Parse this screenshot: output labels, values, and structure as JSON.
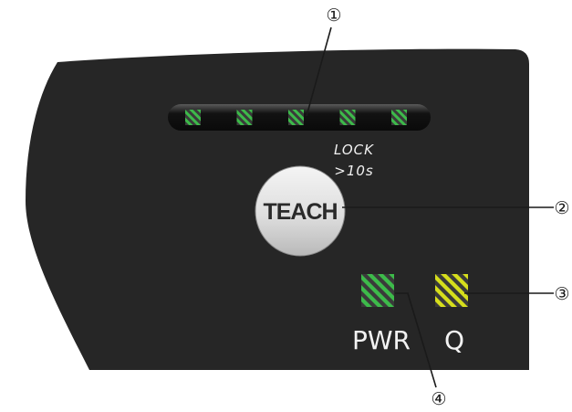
{
  "callouts": {
    "c1": "①",
    "c2": "②",
    "c3": "③",
    "c4": "④"
  },
  "lock_label": {
    "line1": "LOCK",
    "line2": ">10s"
  },
  "teach_button": {
    "label": "TEACH"
  },
  "indicators": {
    "pwr": {
      "label": "PWR",
      "color": "#3dba4a"
    },
    "q": {
      "label": "Q",
      "color": "#d6de1c"
    }
  },
  "bar_leds": {
    "count": 5,
    "color": "#3dba4a"
  },
  "colors": {
    "panel": "#262626",
    "bar": "#0f0f0f",
    "stripe_dark": "#3a3a3a",
    "leader": "#1a1a1a"
  }
}
